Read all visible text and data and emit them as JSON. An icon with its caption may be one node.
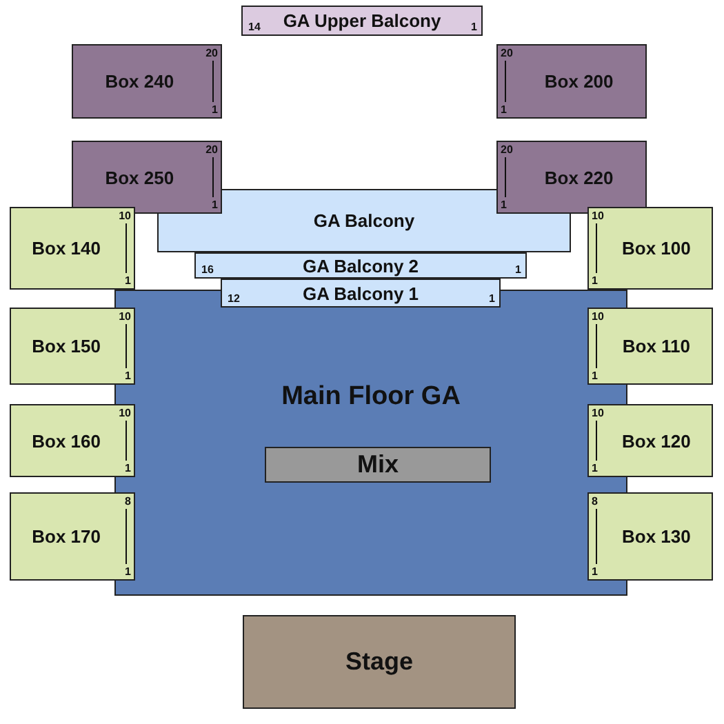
{
  "diagram": {
    "nodes": [
      {
        "text": [
          "14",
          "GA Upper Balcony",
          "1"
        ]
      },
      {
        "text": [
          "Box 240",
          "20",
          "1"
        ]
      },
      {
        "text": [
          "Box 200",
          "20",
          "1"
        ]
      },
      {
        "text": [
          "Box 250",
          "20",
          "1"
        ]
      },
      {
        "text": [
          "Box 220",
          "20",
          "1"
        ]
      },
      {
        "text": [
          "GA Balcony"
        ]
      },
      {
        "text": [
          "Box 140",
          "10",
          "1"
        ]
      },
      {
        "text": [
          "Box 100",
          "10",
          "1"
        ]
      },
      {
        "text": [
          "16",
          "GA Balcony 2",
          "1"
        ]
      },
      {
        "text": [
          "12",
          "GA Balcony 1",
          "1"
        ]
      },
      {
        "text": [
          "Main Floor GA"
        ]
      },
      {
        "text": [
          "Box 150",
          "10",
          "1"
        ]
      },
      {
        "text": [
          "Box 110",
          "10",
          "1"
        ]
      },
      {
        "text": [
          "Mix"
        ],
        "in": 10
      },
      {
        "text": [
          "Box 160",
          "10",
          "1"
        ]
      },
      {
        "text": [
          "Box 120",
          "10",
          "1"
        ]
      },
      {
        "text": [
          "Box 170",
          "8",
          "1"
        ]
      },
      {
        "text": [
          "Box 130",
          "8",
          "1"
        ]
      },
      {
        "text": [
          "Stage"
        ]
      }
    ]
  }
}
